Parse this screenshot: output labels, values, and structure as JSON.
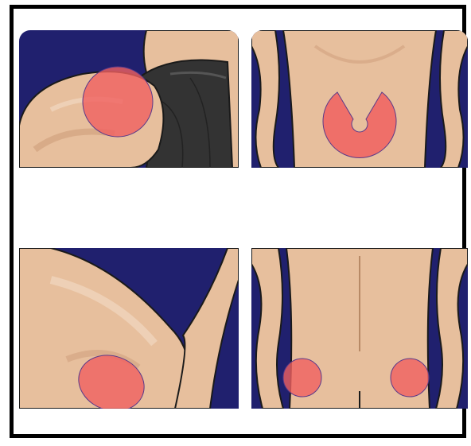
{
  "colors": {
    "background": "#20206e",
    "skin": "#e7bf9d",
    "skin_shadow": "#d2a27f",
    "skin_light": "#f3dcc7",
    "outline": "#1a1a1a",
    "shorts": "#333333",
    "highlight": "#f06060",
    "highlight_opacity": 0.8,
    "frame": "#000000"
  },
  "panels": [
    {
      "icon": "hip-side-body-illustration",
      "highlight": "hip-circle"
    },
    {
      "icon": "lower-abdomen-body-illustration",
      "highlight": "lower-abdomen-ring"
    },
    {
      "icon": "armpit-side-body-illustration",
      "highlight": "side-torso-circle"
    },
    {
      "icon": "lower-back-body-illustration",
      "highlight": "flank-circles"
    }
  ]
}
